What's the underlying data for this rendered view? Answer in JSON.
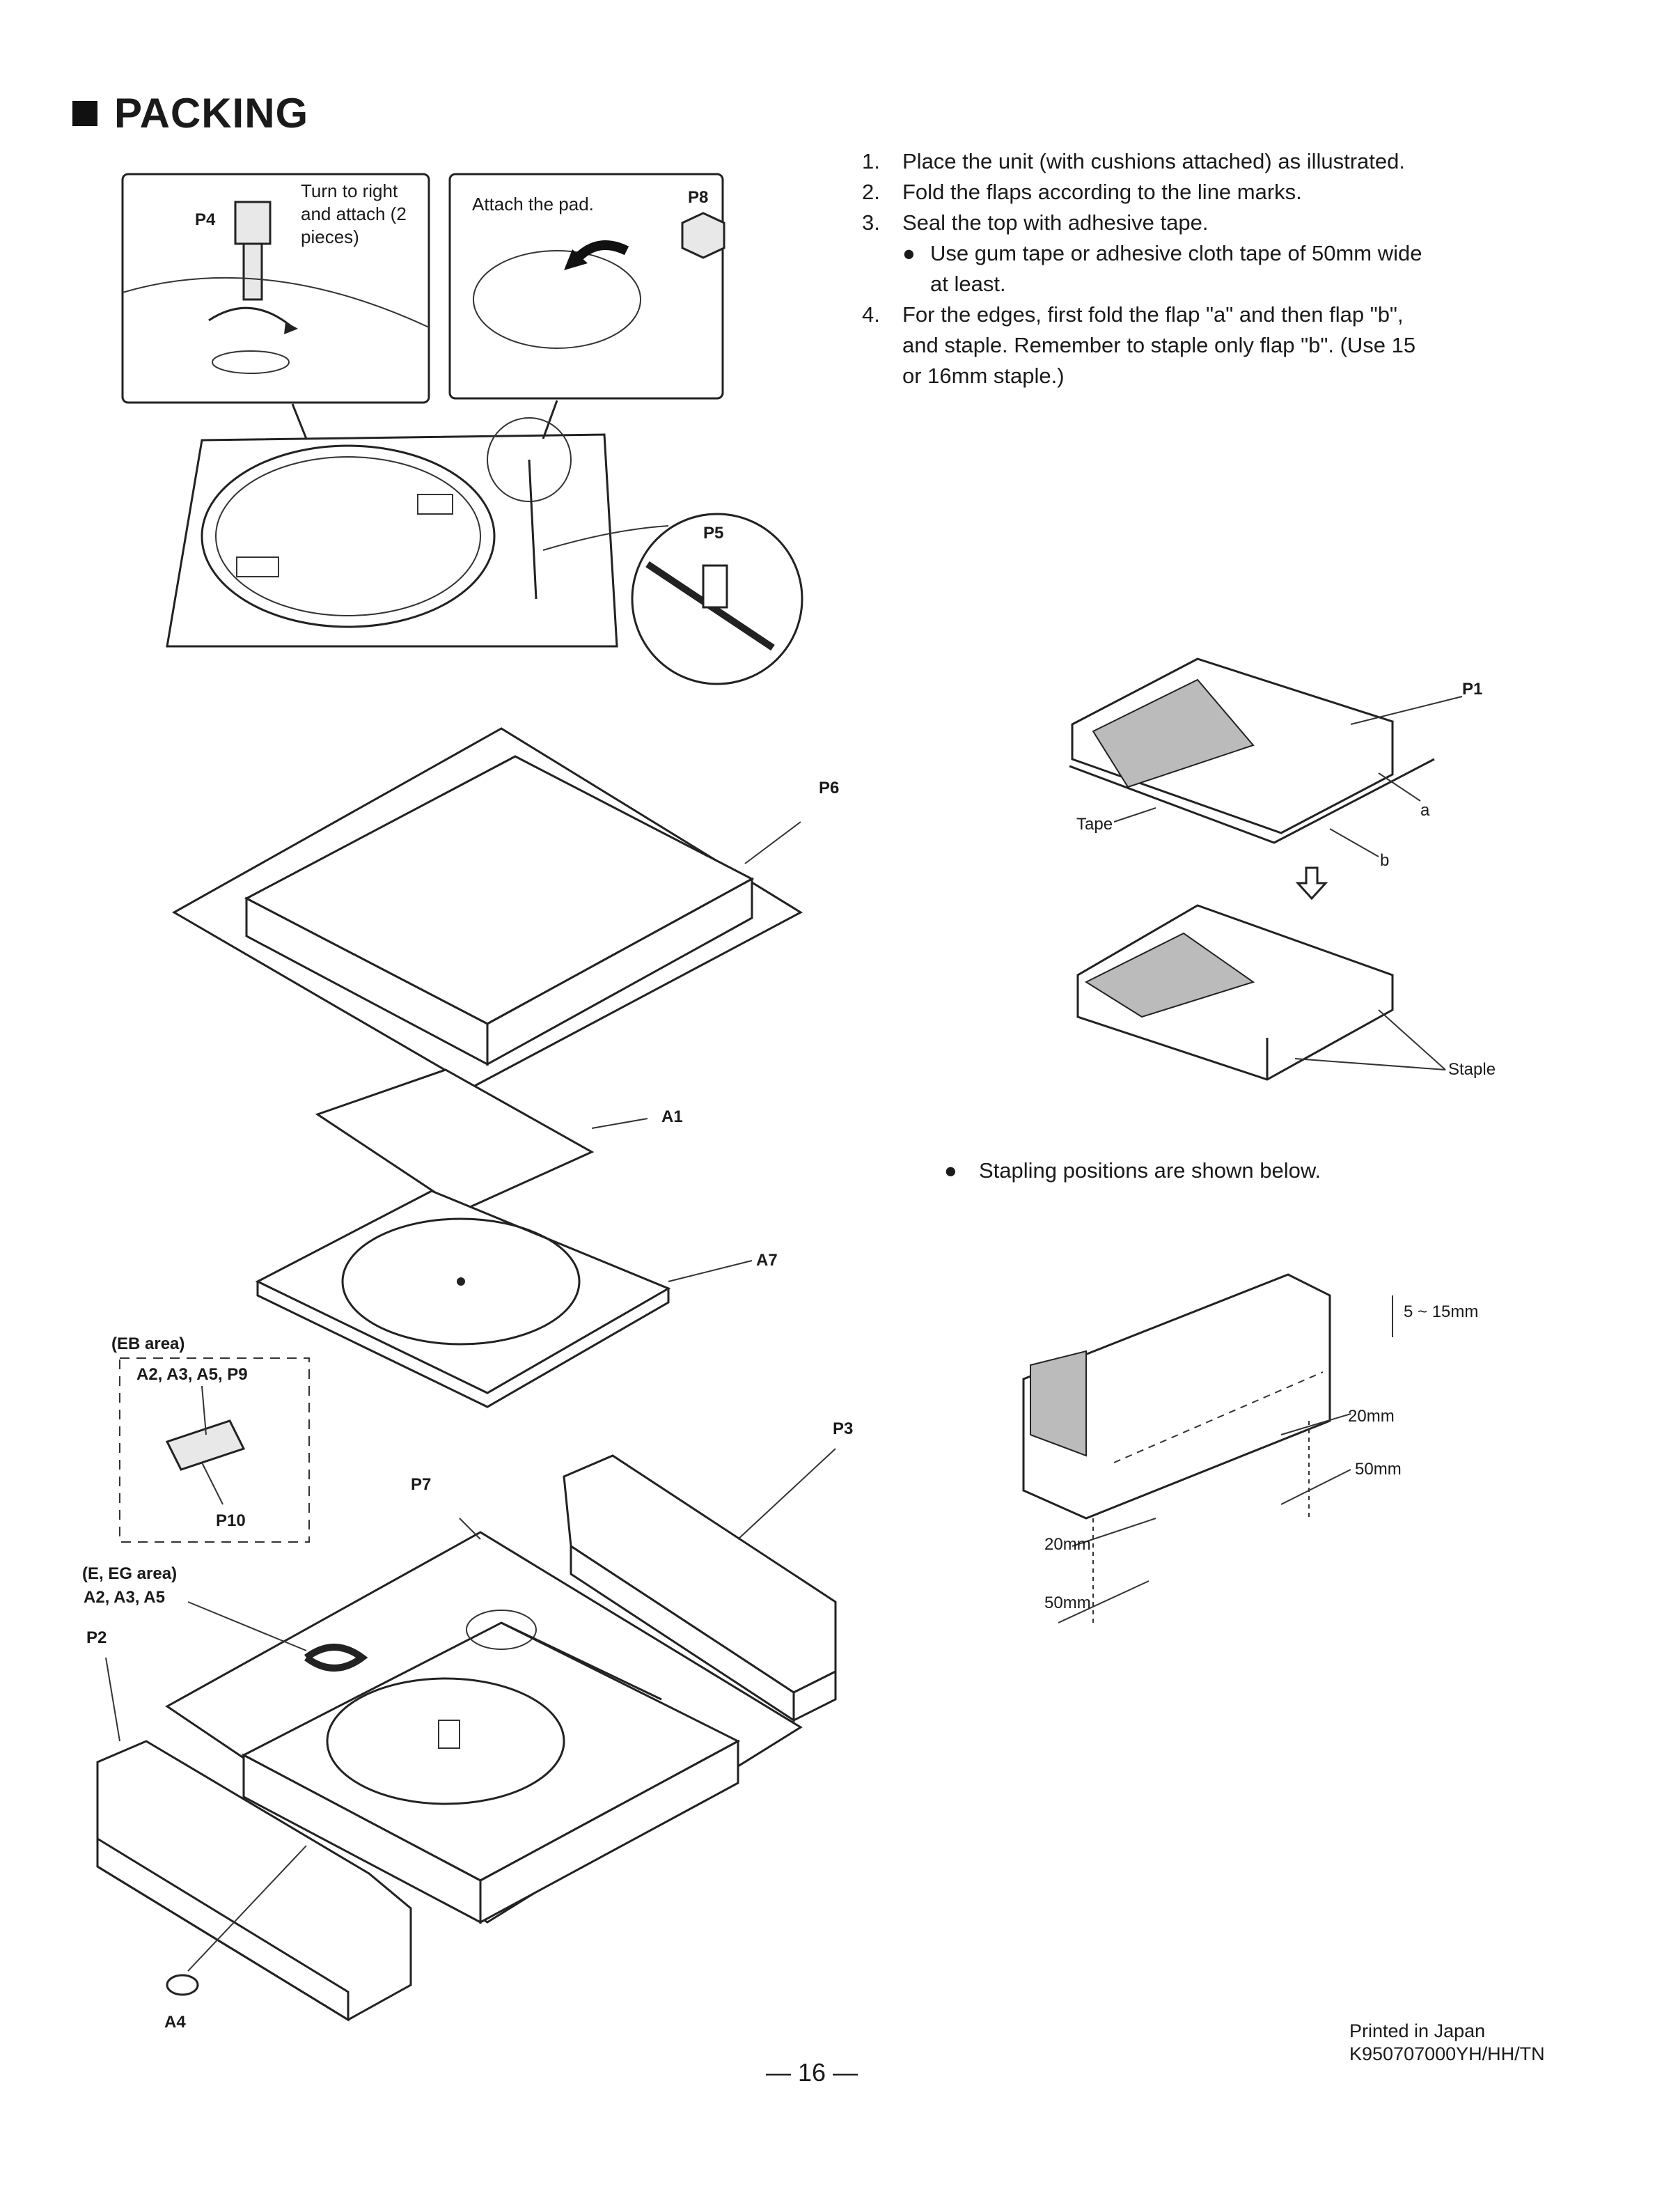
{
  "heading": "PACKING",
  "steps": [
    {
      "num": "1.",
      "text": "Place the unit (with cushions attached) as illustrated."
    },
    {
      "num": "2.",
      "text": "Fold the flaps according to the line marks."
    },
    {
      "num": "3.",
      "text": "Seal the top with adhesive tape."
    }
  ],
  "step3_bullet_line1": "Use gum tape or adhesive cloth tape of 50mm wide",
  "step3_bullet_line2": "at least.",
  "step4": {
    "num": "4.",
    "line1": "For the edges, first fold the flap \"a\" and then flap \"b\",",
    "line2": "and staple. Remember to staple only flap \"b\". (Use 15",
    "line3": "or 16mm staple.)"
  },
  "callouts": {
    "p4_text_1": "Turn to right",
    "p4_text_2": "and attach (2",
    "p4_text_3": "pieces)",
    "p8_text": "Attach the pad."
  },
  "labels": {
    "P1": "P1",
    "P2": "P2",
    "P3": "P3",
    "P4": "P4",
    "P5": "P5",
    "P6": "P6",
    "P7": "P7",
    "P8": "P8",
    "P10": "P10",
    "A1": "A1",
    "A4": "A4",
    "A7": "A7",
    "a": "a",
    "b": "b",
    "tape": "Tape",
    "staple": "Staple"
  },
  "eb_area": {
    "title": "(EB area)",
    "items": "A2, A3, A5, P9"
  },
  "e_area": {
    "title": "(E, EG area)",
    "items": "A2, A3, A5"
  },
  "stapling_note": "Stapling positions are shown below.",
  "dims": {
    "d1": "5 ~ 15mm",
    "d2": "20mm",
    "d3": "50mm",
    "d4": "20mm",
    "d5": "50mm"
  },
  "page_number": "— 16 —",
  "footer": {
    "line1": "Printed in Japan",
    "line2": "K950707000YH/HH/TN"
  }
}
